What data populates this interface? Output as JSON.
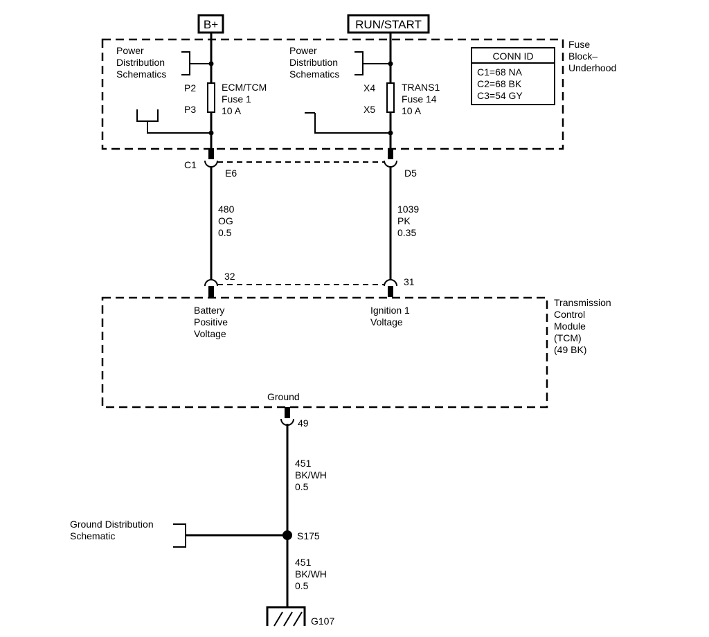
{
  "sources": {
    "battery": "B+",
    "run_start": "RUN/START"
  },
  "fuse_block": {
    "name_lines": [
      "Fuse",
      "Block–",
      "Underhood"
    ],
    "conn_id": {
      "title": "CONN ID",
      "rows": [
        "C1=68 NA",
        "C2=68 BK",
        "C3=54 GY"
      ]
    },
    "power_dist_left": [
      "Power",
      "Distribution",
      "Schematics"
    ],
    "power_dist_right": [
      "Power",
      "Distribution",
      "Schematics"
    ],
    "fuse_left": {
      "pin_in": "P2",
      "pin_out": "P3",
      "label_lines": [
        "ECM/TCM",
        "Fuse 1",
        "10 A"
      ]
    },
    "fuse_right": {
      "pin_in": "X4",
      "pin_out": "X5",
      "label_lines": [
        "TRANS1",
        "Fuse 14",
        "10 A"
      ]
    },
    "connector": "C1",
    "pin_left": "E6",
    "pin_right": "D5"
  },
  "wires": {
    "left": [
      "480",
      "OG",
      "0.5"
    ],
    "right": [
      "1039",
      "PK",
      "0.35"
    ],
    "ground_upper": [
      "451",
      "BK/WH",
      "0.5"
    ],
    "ground_lower": [
      "451",
      "BK/WH",
      "0.5"
    ]
  },
  "tcm": {
    "pin_left": "32",
    "pin_right": "31",
    "pin_ground": "49",
    "name_lines": [
      "Transmission",
      "Control",
      "Module",
      "(TCM)",
      "(49 BK)"
    ],
    "battery_label": [
      "Battery",
      "Positive",
      "Voltage"
    ],
    "ignition_label": [
      "Ignition 1",
      "Voltage"
    ],
    "ground_label": "Ground"
  },
  "ground": {
    "distribution": [
      "Ground Distribution",
      "Schematic"
    ],
    "splice": "S175",
    "ground_point": "G107"
  }
}
